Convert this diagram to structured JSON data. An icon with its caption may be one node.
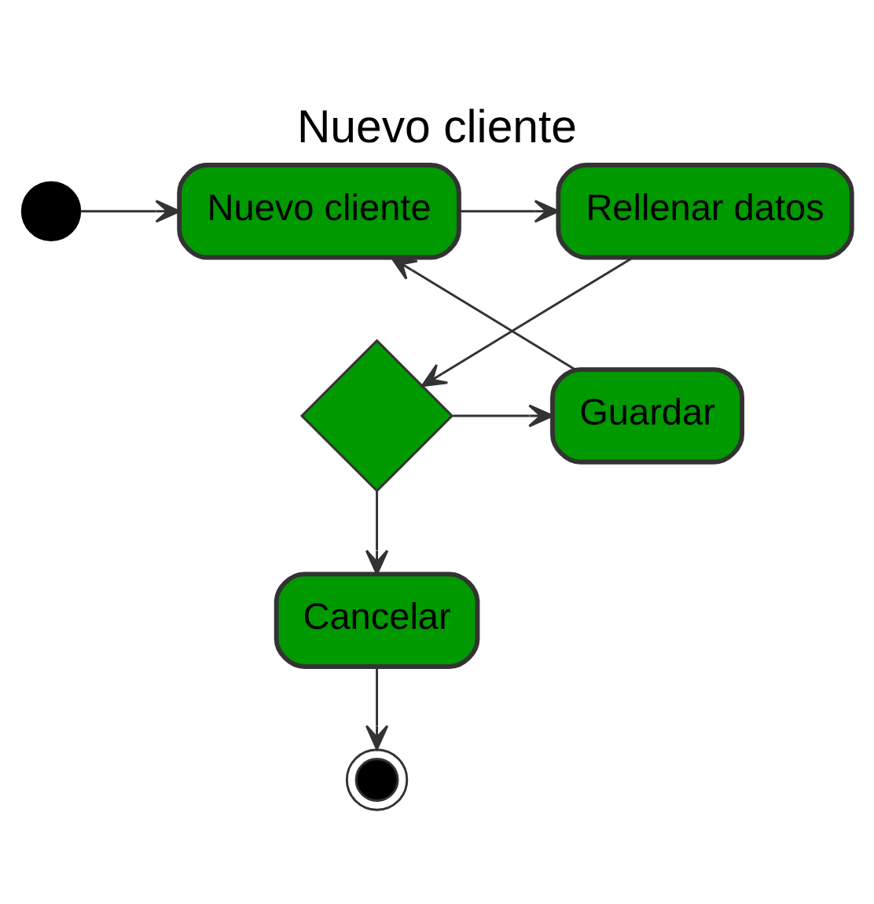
{
  "diagram": {
    "title": "Nuevo cliente",
    "nodes": [
      {
        "text": [],
        "shape": "circle"
      },
      {
        "text": [
          "Nuevo cliente"
        ]
      },
      {
        "text": [
          "Rellenar datos"
        ]
      },
      {
        "text": [],
        "shape": "diamond"
      },
      {
        "text": [
          "Guardar"
        ]
      },
      {
        "text": [
          "Cancelar"
        ]
      },
      {
        "text": [],
        "shape": "bullseye"
      }
    ],
    "edges": [
      {
        "from": 0,
        "to": 1,
        "arrow": "to"
      },
      {
        "from": 1,
        "to": 2,
        "arrow": "to"
      },
      {
        "from": 2,
        "to": 3,
        "arrow": "to"
      },
      {
        "from": 3,
        "to": 4,
        "arrow": "to"
      },
      {
        "from": 4,
        "to": 1,
        "arrow": "to"
      },
      {
        "from": 3,
        "to": 5,
        "arrow": "to"
      },
      {
        "from": 5,
        "to": 6,
        "arrow": "to"
      }
    ]
  }
}
